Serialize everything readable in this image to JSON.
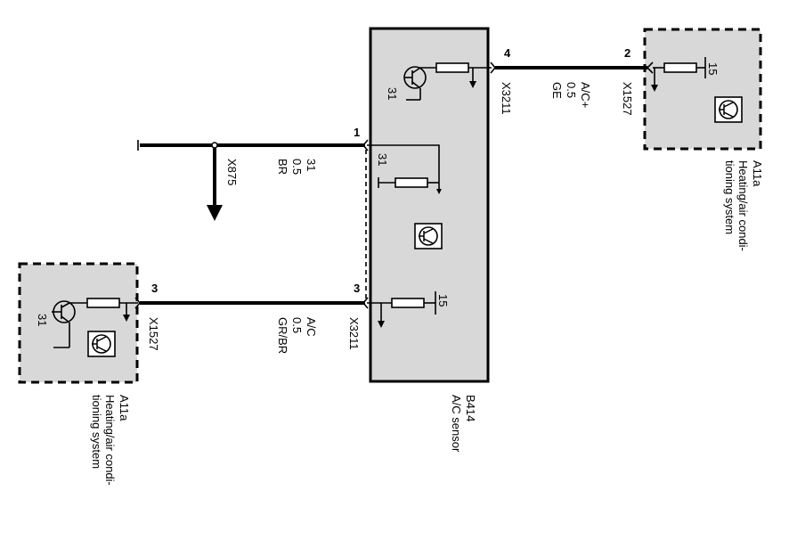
{
  "colors": {
    "box_fill": "#d8d8d8",
    "line": "#000000",
    "background": "#ffffff"
  },
  "icons": [
    "transistor-icon",
    "sensor-symbol-icon",
    "ground-arrow-icon",
    "resistor-icon"
  ],
  "sensor": {
    "code": "B414",
    "name": "A/C sensor",
    "connector": "X3211",
    "supply_label": "15",
    "ground_label": "31"
  },
  "module_top": {
    "code": "A11a",
    "name_line1": "Heating/air condi-",
    "name_line2": "tioning system",
    "connector": "X1527",
    "pin": "2",
    "supply_label": "15"
  },
  "module_bottom": {
    "code": "A11a",
    "name_line1": "Heating/air condi-",
    "name_line2": "tioning system",
    "connector": "X1527",
    "pin": "3",
    "ground_label": "31"
  },
  "wires": {
    "signal_plus": {
      "pin_sensor": "4",
      "name": "A/C+",
      "size": "0.5",
      "color": "GE"
    },
    "ground": {
      "pin_sensor": "1",
      "name": "31",
      "size": "0.5",
      "color": "BR",
      "ground_point": "X875"
    },
    "signal_minus": {
      "pin_sensor": "3",
      "name": "A/C",
      "size": "0.5",
      "color": "GR/BR"
    }
  }
}
